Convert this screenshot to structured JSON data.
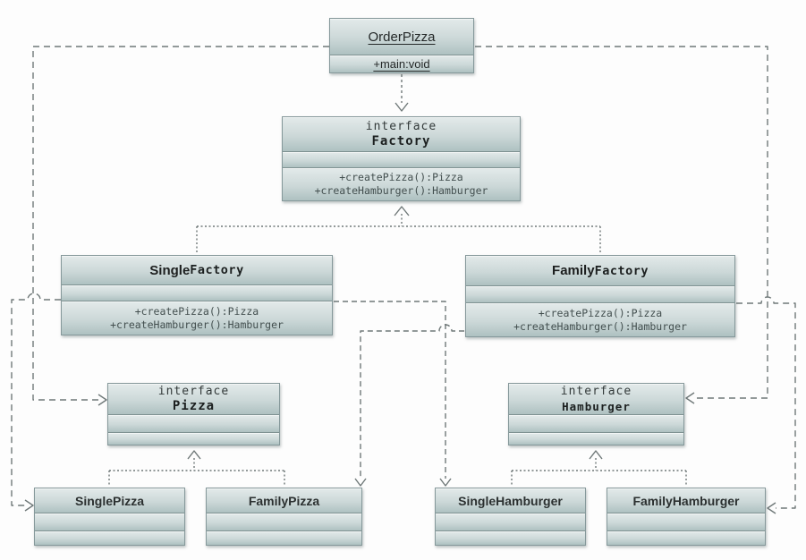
{
  "palette": {
    "background": "#ffffff",
    "box_fill_light": "#e3eaea",
    "box_fill_dark": "#aec1c1",
    "box_border": "#85989a",
    "connector_gray": "#6f7878",
    "title_text": "#1f2323",
    "method_text": "#434f4f"
  },
  "classes": {
    "order_pizza": {
      "name": "OrderPizza",
      "members": [
        "+main:void"
      ]
    },
    "factory": {
      "stereotype": "interface",
      "name": "Factory",
      "methods": [
        "+createPizza():Pizza",
        "+createHamburger():Hamburger"
      ]
    },
    "single_factory": {
      "name_prefix": "Single",
      "name_suffix": "Factory",
      "methods": [
        "+createPizza():Pizza",
        "+createHamburger():Hamburger"
      ]
    },
    "family_factory": {
      "name_prefix": "Family",
      "name_suffix": "Factory",
      "methods": [
        "+createPizza():Pizza",
        "+createHamburger():Hamburger"
      ]
    },
    "pizza": {
      "stereotype": "interface",
      "name": "Pizza"
    },
    "hamburger": {
      "stereotype": "interface",
      "name": "Hamburger"
    },
    "single_pizza": {
      "name": "SinglePizza"
    },
    "family_pizza": {
      "name": "FamilyPizza"
    },
    "single_hamburger": {
      "name": "SingleHamburger"
    },
    "family_hamburger": {
      "name": "FamilyHamburger"
    }
  },
  "relationships": [
    {
      "from": "OrderPizza",
      "to": "Factory",
      "type": "dependency"
    },
    {
      "from": "OrderPizza",
      "to": "Pizza",
      "type": "dependency"
    },
    {
      "from": "OrderPizza",
      "to": "Hamburger",
      "type": "dependency"
    },
    {
      "from": "SingleFactory",
      "to": "Factory",
      "type": "realization"
    },
    {
      "from": "FamilyFactory",
      "to": "Factory",
      "type": "realization"
    },
    {
      "from": "SingleFactory",
      "to": "SinglePizza",
      "type": "dependency"
    },
    {
      "from": "SingleFactory",
      "to": "SingleHamburger",
      "type": "dependency"
    },
    {
      "from": "FamilyFactory",
      "to": "FamilyPizza",
      "type": "dependency"
    },
    {
      "from": "FamilyFactory",
      "to": "FamilyHamburger",
      "type": "dependency"
    },
    {
      "from": "SinglePizza",
      "to": "Pizza",
      "type": "realization"
    },
    {
      "from": "FamilyPizza",
      "to": "Pizza",
      "type": "realization"
    },
    {
      "from": "SingleHamburger",
      "to": "Hamburger",
      "type": "realization"
    },
    {
      "from": "FamilyHamburger",
      "to": "Hamburger",
      "type": "realization"
    }
  ]
}
